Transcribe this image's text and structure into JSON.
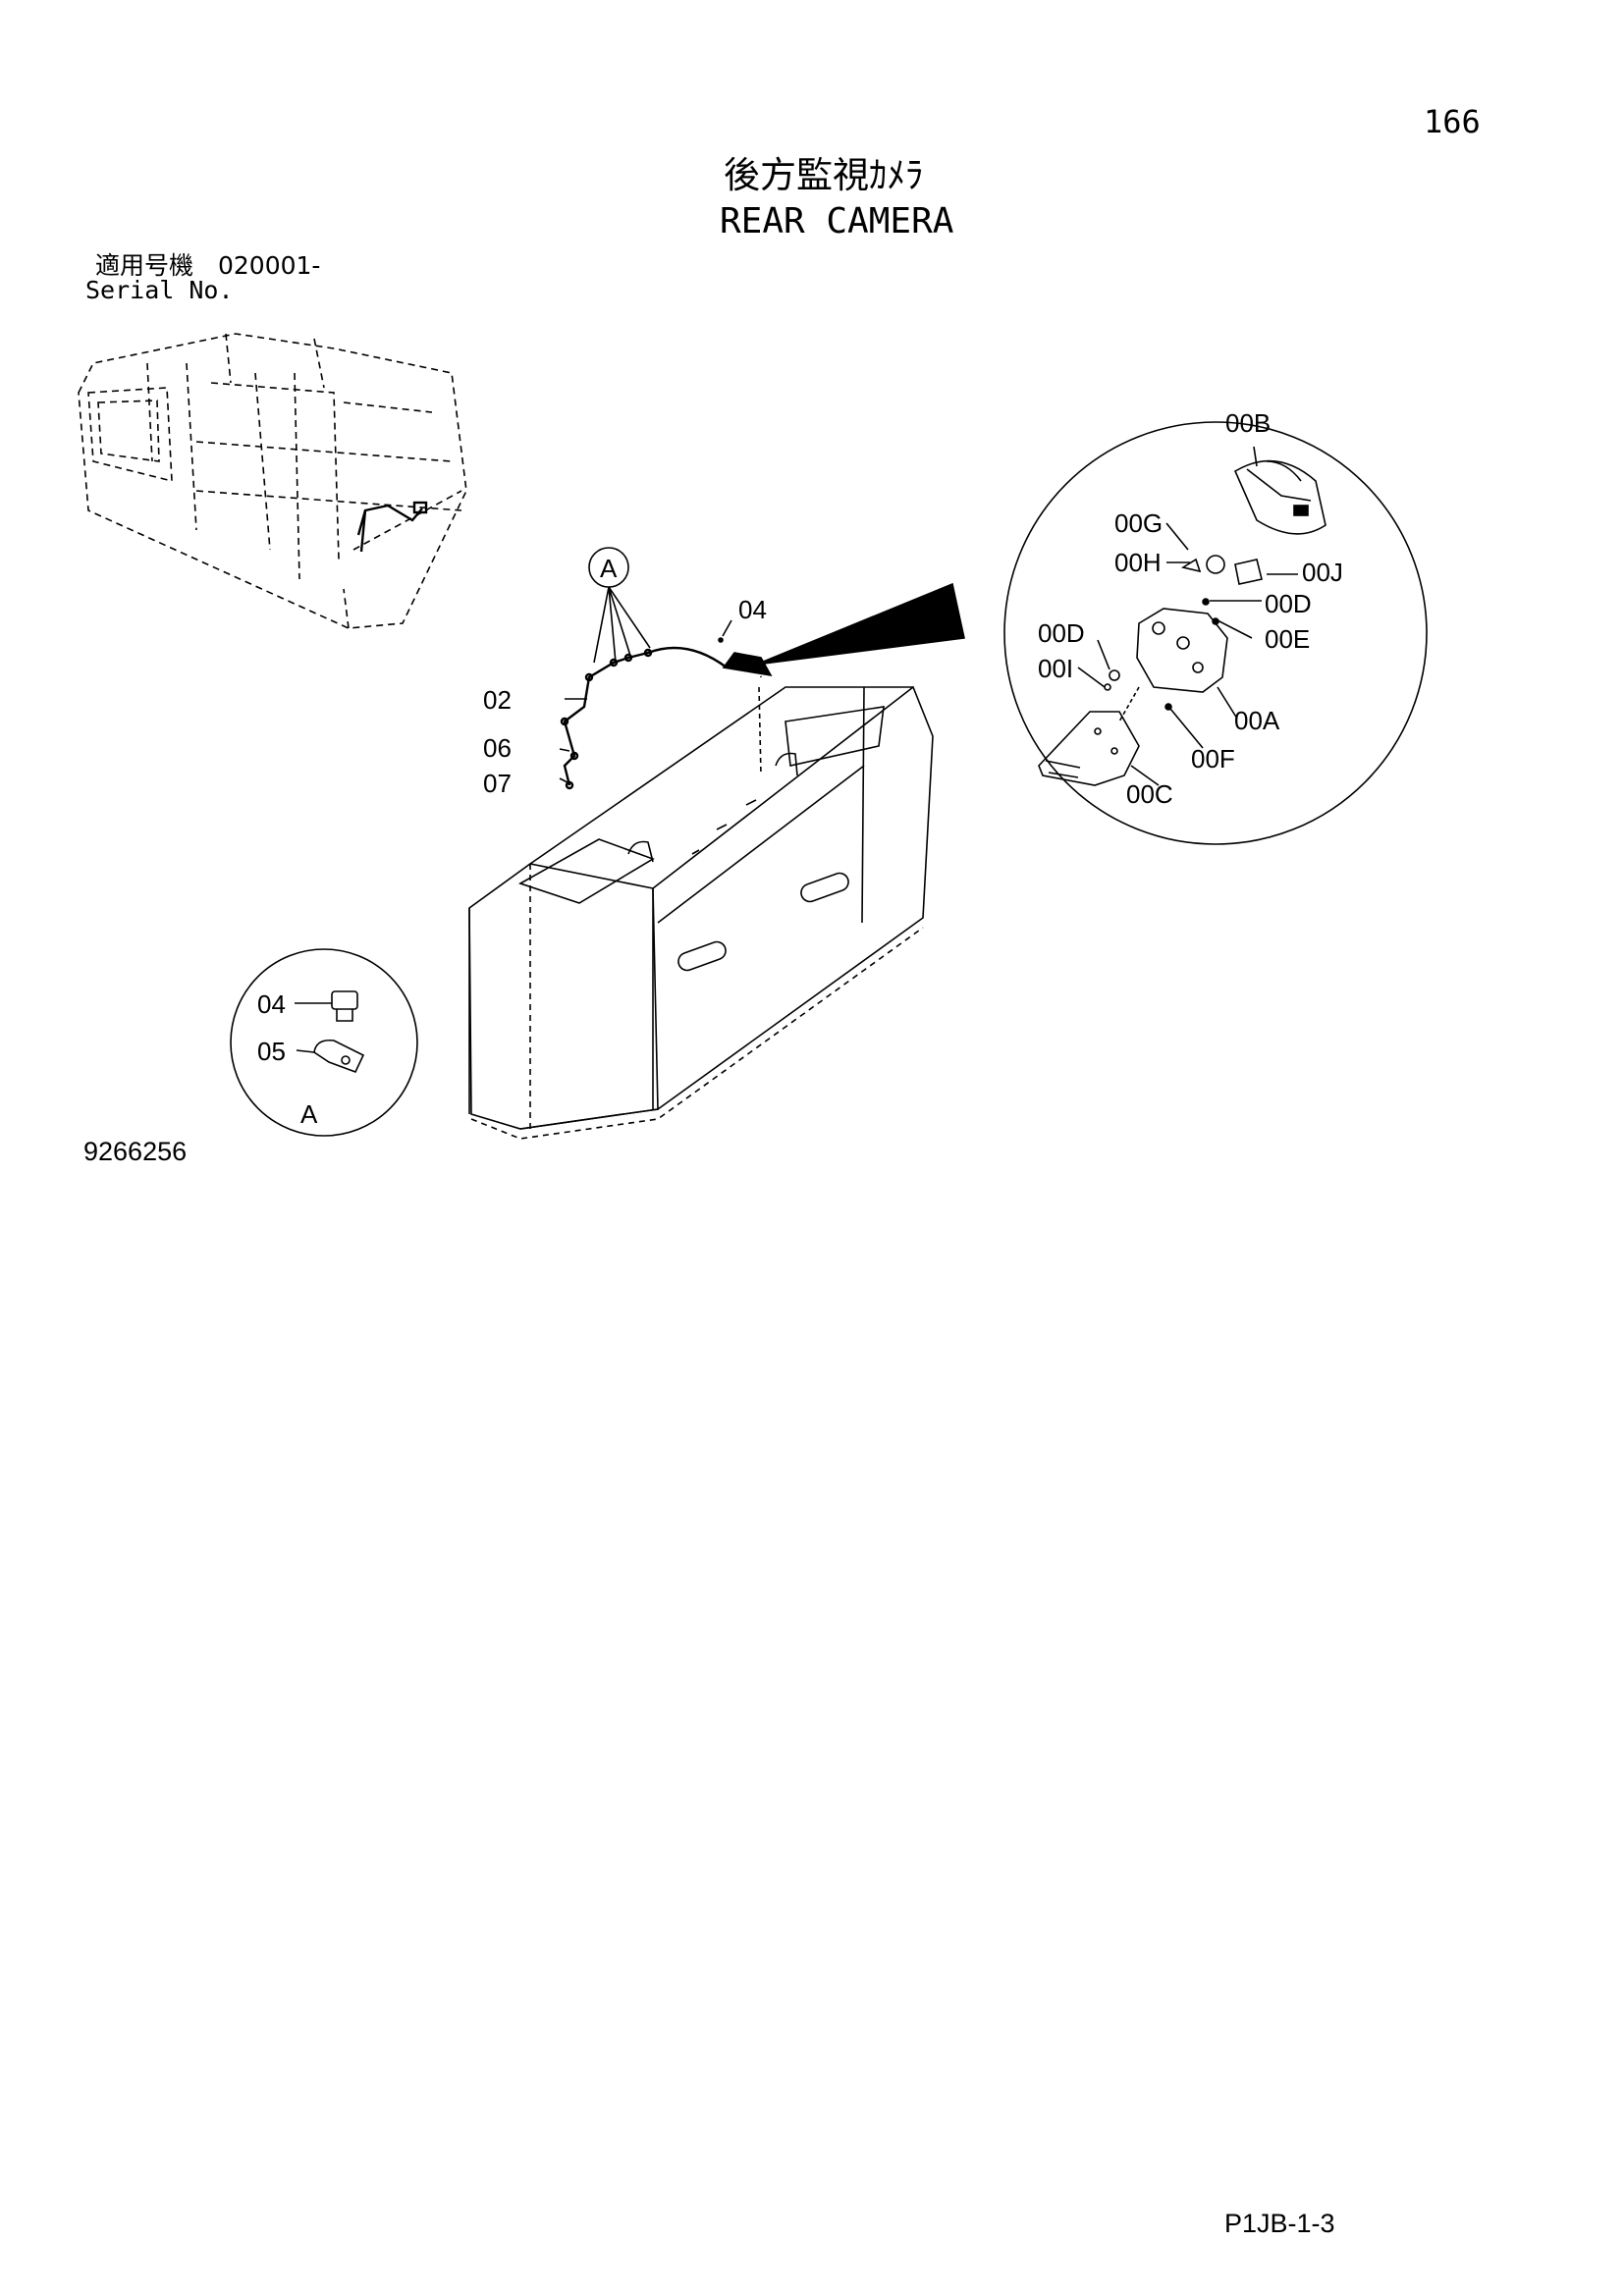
{
  "page": {
    "number": "166",
    "code": "P1JB-1-3",
    "drawing_no": "9266256"
  },
  "title": {
    "jp": "後方監視ｶﾒﾗ",
    "en": "REAR CAMERA"
  },
  "serial": {
    "jp": "適用号機　020001-",
    "en": "Serial No."
  },
  "callouts": {
    "view_a_top": "A",
    "view_a_bottom": "A",
    "c02": "02",
    "c04": "04",
    "c06": "06",
    "c07": "07",
    "detail_04": "04",
    "detail_05": "05",
    "c00B": "00B",
    "c00G": "00G",
    "c00H": "00H",
    "c00J": "00J",
    "c00D_right": "00D",
    "c00E": "00E",
    "c00D_left": "00D",
    "c00I": "00I",
    "c00A": "00A",
    "c00F": "00F",
    "c00C": "00C"
  },
  "icons": [
    "excavator-overview-icon",
    "counterweight-icon",
    "camera-icon",
    "harness-icon",
    "bolt-icon",
    "clamp-icon",
    "camera-bracket-icon"
  ]
}
